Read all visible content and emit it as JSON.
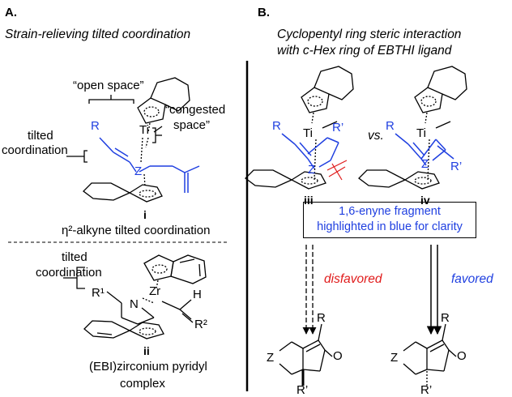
{
  "panel_a": {
    "letter": "A.",
    "heading": "Strain-relieving tilted coordination",
    "open_space": "“open space”",
    "congested_line1": "“congested",
    "congested_line2": "space”",
    "tilted_line1": "tilted",
    "tilted_line2": "coordination",
    "atom_r": "R",
    "atom_ti": "Ti",
    "atom_z": "Z",
    "label_i": "i",
    "caption_i": "η²-alkyne tilted coordination",
    "tilted2_line1": "tilted",
    "tilted2_line2": "coordination",
    "atom_r1": "R¹",
    "atom_n": "N",
    "atom_zr": "Zr",
    "atom_h": "H",
    "atom_r2": "R²",
    "label_ii": "ii",
    "caption_ii_line1": "(EBI)zirconium pyridyl",
    "caption_ii_line2": "complex"
  },
  "panel_b": {
    "letter": "B.",
    "heading_line1": "Cyclopentyl ring steric interaction",
    "heading_line2": "with c-Hex ring of EBTHI ligand",
    "atom_r": "R",
    "atom_ti": "Ti",
    "atom_rp": "R’",
    "atom_z": "Z",
    "vs": "vs.",
    "atom_r_b": "R",
    "atom_ti_b": "Ti",
    "atom_z_b": "Z",
    "atom_rp_b": "R’",
    "label_iii": "iii",
    "label_iv": "iv",
    "box_line1": "1,6-enyne fragment",
    "box_line2": "highlighted in blue for clarity",
    "disfavored": "disfavored",
    "favored": "favored",
    "prod1_r": "R",
    "prod1_z": "Z",
    "prod1_o": "O",
    "prod1_rp": "R’",
    "prod2_r": "R",
    "prod2_z": "Z",
    "prod2_o": "O",
    "prod2_rp": "R’"
  },
  "colors": {
    "highlight": "#1f3fe0",
    "disfavored": "#e01b1b",
    "ink": "#000000"
  }
}
